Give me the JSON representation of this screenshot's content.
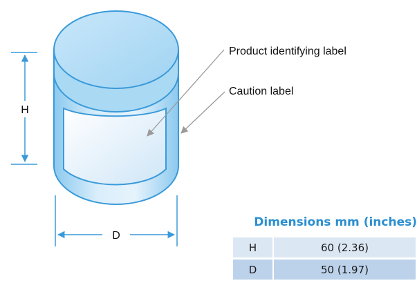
{
  "diagram": {
    "callouts": {
      "product_label": "Product identifying label",
      "caution_label": "Caution label"
    },
    "height_marker": "H",
    "diameter_marker": "D"
  },
  "dimensions": {
    "title": "Dimensions mm (inches)",
    "rows": [
      {
        "key": "H",
        "value": "60 (2.36)"
      },
      {
        "key": "D",
        "value": "50 (1.97)"
      }
    ]
  },
  "colors": {
    "outline": "#3a9ad9",
    "accent_title": "#2c8fd0",
    "callout_line": "#9a9a9a",
    "row_light": "#dce7f4",
    "row_dark": "#bcd2ea"
  }
}
